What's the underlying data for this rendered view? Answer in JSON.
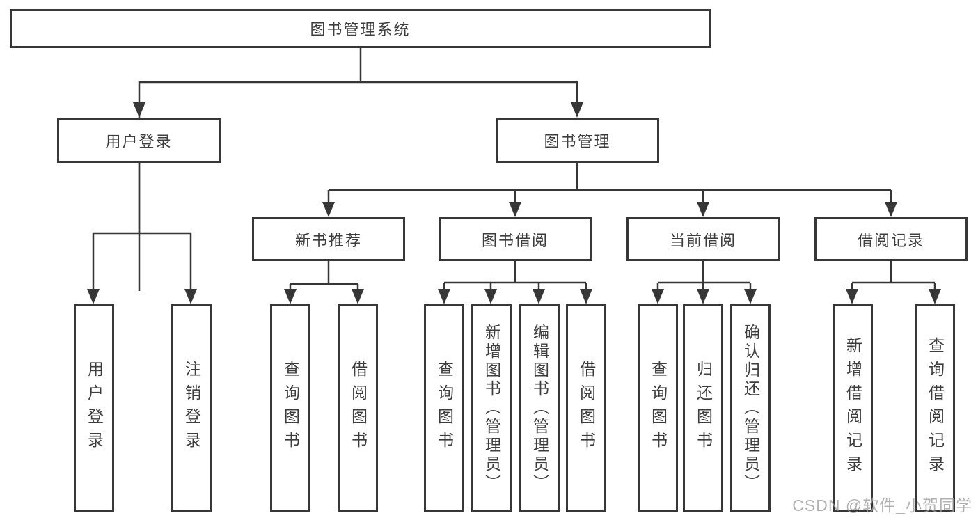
{
  "title": "图书管理系统",
  "branches": [
    {
      "label": "用户登录",
      "children": [
        {
          "label": "用户登录"
        },
        {
          "label": "注销登录"
        }
      ]
    },
    {
      "label": "图书管理",
      "children": [
        {
          "label": "新书推荐",
          "children": [
            {
              "label": "查询图书"
            },
            {
              "label": "借阅图书"
            }
          ]
        },
        {
          "label": "图书借阅",
          "children": [
            {
              "label": "查询图书"
            },
            {
              "label": "新增图书（管理员）"
            },
            {
              "label": "编辑图书（管理员）"
            },
            {
              "label": "借阅图书"
            }
          ]
        },
        {
          "label": "当前借阅",
          "children": [
            {
              "label": "查询图书"
            },
            {
              "label": "归还图书"
            },
            {
              "label": "确认归还（管理员）"
            }
          ]
        },
        {
          "label": "借阅记录",
          "children": [
            {
              "label": "新增借阅记录"
            },
            {
              "label": "查询借阅记录"
            }
          ]
        }
      ]
    }
  ],
  "watermark": "CSDN @软件_小贺同学",
  "colors": {
    "line": "#373737",
    "text": "#3d3d3d",
    "watermark": "#9e9e9e",
    "background": "#ffffff"
  }
}
